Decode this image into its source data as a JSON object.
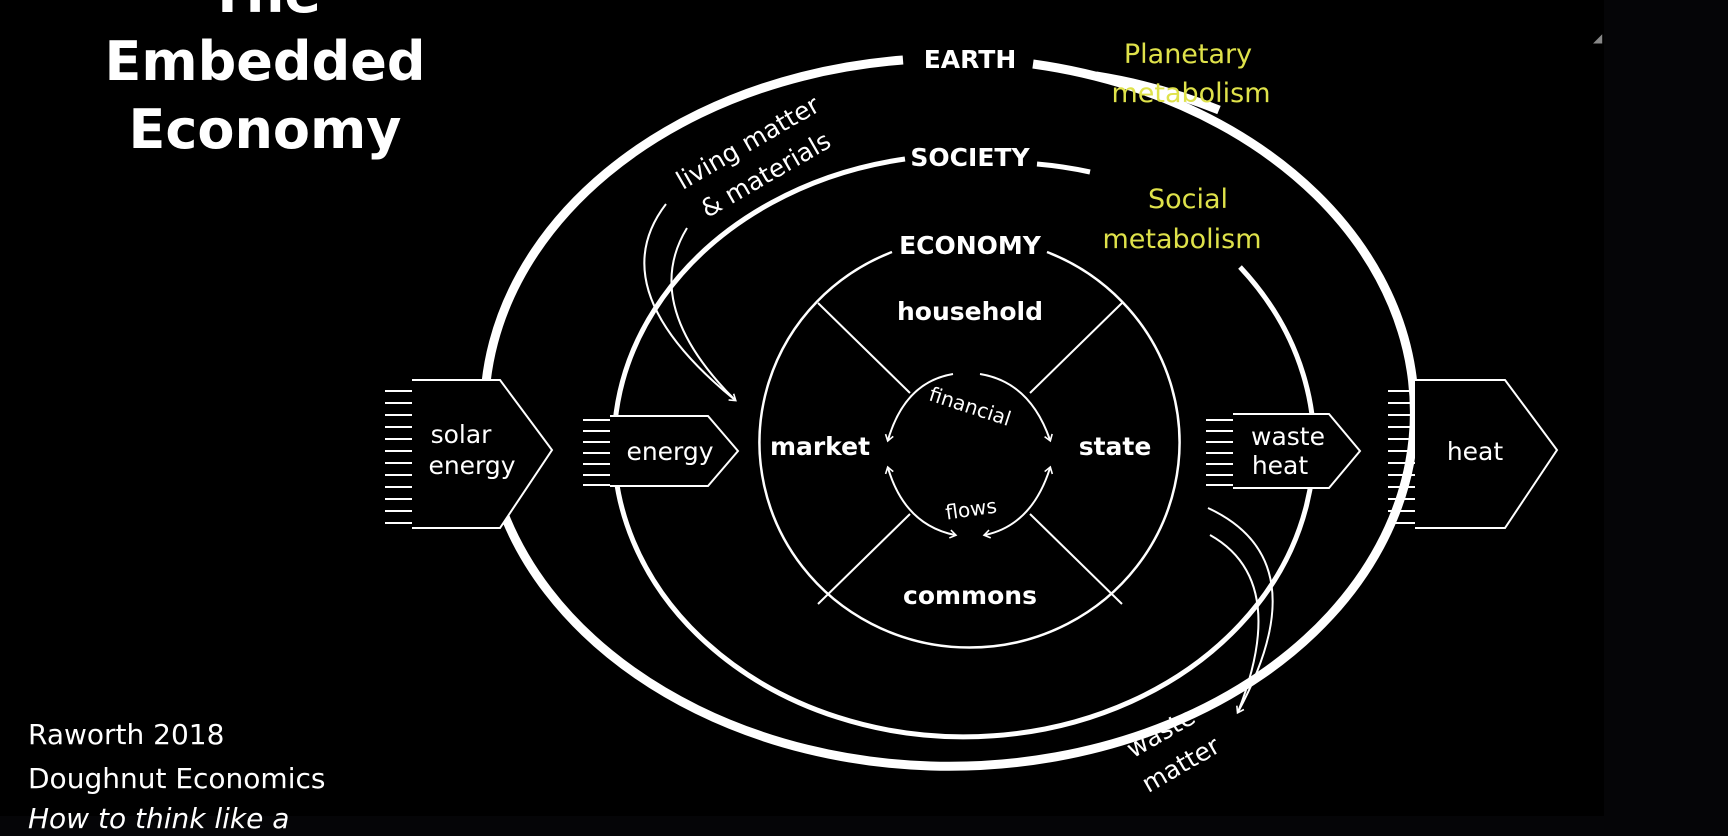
{
  "slide": {
    "title_line1": "The Embedded",
    "title_line2": "Economy",
    "credit_line1": "Raworth 2018",
    "credit_line2": "Doughnut Economics",
    "credit_line3": "How to think like a"
  },
  "diagram": {
    "ring_earth": "EARTH",
    "ring_society": "SOCIETY",
    "ring_economy": "ECONOMY",
    "planetary_line1": "Planetary",
    "planetary_line2": "metabolism",
    "social_line1": "Social",
    "social_line2": "metabolism",
    "living_line1": "living matter",
    "living_line2": "& materials",
    "sector_household": "household",
    "sector_market": "market",
    "sector_state": "state",
    "sector_commons": "commons",
    "financial": "financial",
    "flows": "flows",
    "solar_line1": "solar",
    "solar_line2": "energy",
    "energy": "energy",
    "waste_heat_line1": "waste",
    "waste_heat_line2": "heat",
    "heat": "heat",
    "waste_matter_line1": "waste",
    "waste_matter_line2": "matter"
  },
  "colors": {
    "background": "#000000",
    "foreground": "#ffffff",
    "accent": "#dfe24a"
  }
}
